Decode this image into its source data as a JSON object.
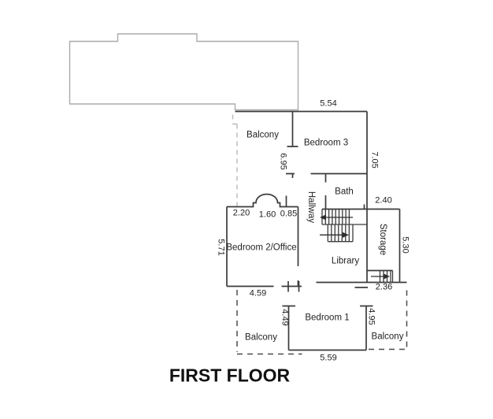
{
  "page": {
    "title": "FIRST FLOOR"
  },
  "rooms": {
    "balcony_top": "Balcony",
    "bedroom3": "Bedroom 3",
    "bath": "Bath",
    "hallway": "Hallway",
    "library": "Library",
    "storage": "Storage",
    "bedroom2": "Bedroom 2/Office",
    "bedroom1": "Bedroom 1",
    "balcony_bottom_left": "Balcony",
    "balcony_bottom_right": "Balcony"
  },
  "dimensions": {
    "d554": "5.54",
    "d695": "6.95",
    "d705": "7.05",
    "d240": "2.40",
    "d530": "5.30",
    "d236": "2.36",
    "d220": "2.20",
    "d160": "1.60",
    "d085": "0.85",
    "d571": "5.71",
    "d459": "4.59",
    "d449": "4.49",
    "d495": "4.95",
    "d559": "5.59"
  },
  "colors": {
    "wall": "#3b3b3b",
    "upper_floor_outline": "#ababab",
    "dashed_balcony": "#4a4a4a",
    "dashed_light": "#b8b8b8",
    "text": "#1f1f1f"
  }
}
